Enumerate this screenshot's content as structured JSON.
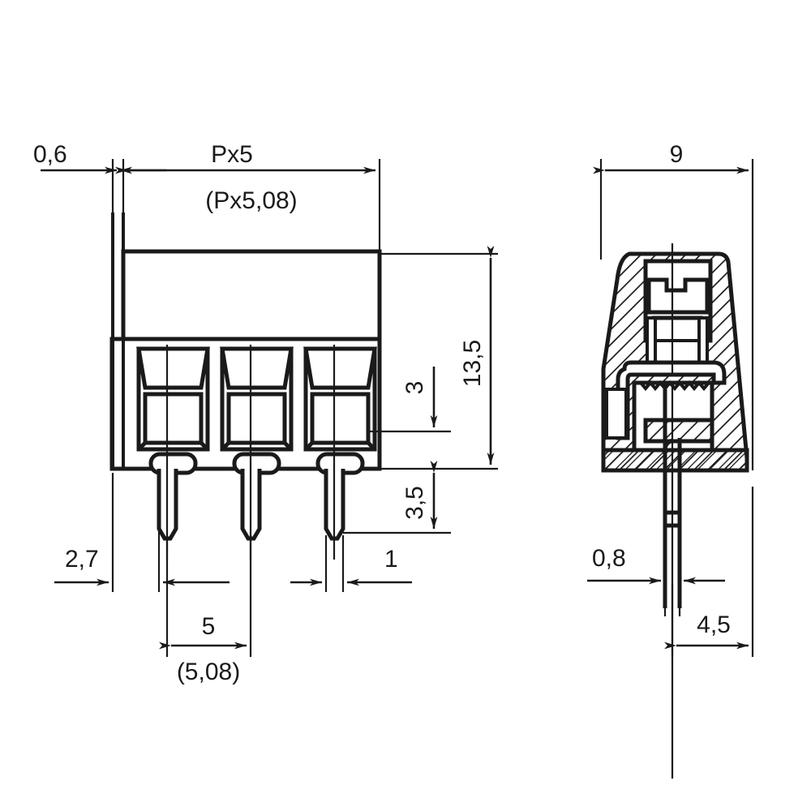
{
  "drawing": {
    "title": "PCB screw terminal block - dimensioned technical drawing",
    "line_color": "#1a1a1a",
    "background_color": "#ffffff",
    "units": "mm",
    "decimal_separator": ","
  },
  "views": {
    "front": {
      "name": "front-view",
      "pole_count": 3
    },
    "section": {
      "name": "side-section-view"
    }
  },
  "dimensions": {
    "d_06": "0,6",
    "d_px5": "Px5",
    "d_px508": "(Px5,08)",
    "d_135": "13,5",
    "d_3": "3",
    "d_35": "3,5",
    "d_27": "2,7",
    "d_1": "1",
    "d_5": "5",
    "d_508": "(5,08)",
    "d_9": "9",
    "d_08": "0,8",
    "d_45": "4,5"
  }
}
